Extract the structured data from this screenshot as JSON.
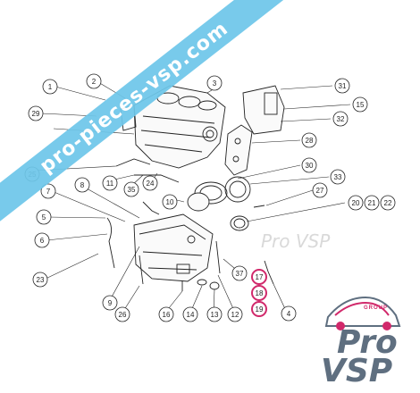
{
  "watermark": {
    "banner_text": "pro-pieces-vsp.com",
    "mid_text": "Pro VSP"
  },
  "logo": {
    "group_text": "GROUP",
    "pro_text": "Pro",
    "vsp_text": "VSP"
  },
  "colors": {
    "banner": "#6ec7ea",
    "highlight": "#d1296b",
    "line": "#222222",
    "logo_text": "#5f6f80"
  },
  "callouts": [
    {
      "label": "1",
      "highlight": false
    },
    {
      "label": "2",
      "highlight": false
    },
    {
      "label": "3",
      "highlight": false
    },
    {
      "label": "4",
      "highlight": false
    },
    {
      "label": "5",
      "highlight": false
    },
    {
      "label": "6",
      "highlight": false
    },
    {
      "label": "7",
      "highlight": false
    },
    {
      "label": "8",
      "highlight": false
    },
    {
      "label": "9",
      "highlight": false
    },
    {
      "label": "10",
      "highlight": false
    },
    {
      "label": "11",
      "highlight": false
    },
    {
      "label": "12",
      "highlight": false
    },
    {
      "label": "13",
      "highlight": false
    },
    {
      "label": "14",
      "highlight": false
    },
    {
      "label": "15",
      "highlight": false
    },
    {
      "label": "16",
      "highlight": false
    },
    {
      "label": "17",
      "highlight": true
    },
    {
      "label": "18",
      "highlight": true
    },
    {
      "label": "19",
      "highlight": true
    },
    {
      "label": "20",
      "highlight": false
    },
    {
      "label": "21",
      "highlight": false
    },
    {
      "label": "22",
      "highlight": false
    },
    {
      "label": "23",
      "highlight": false
    },
    {
      "label": "24",
      "highlight": false
    },
    {
      "label": "25",
      "highlight": false
    },
    {
      "label": "26",
      "highlight": false
    },
    {
      "label": "27",
      "highlight": false
    },
    {
      "label": "28",
      "highlight": false
    },
    {
      "label": "29",
      "highlight": false
    },
    {
      "label": "30",
      "highlight": false
    },
    {
      "label": "31",
      "highlight": false
    },
    {
      "label": "32",
      "highlight": false
    },
    {
      "label": "33",
      "highlight": false
    },
    {
      "label": "35",
      "highlight": false
    },
    {
      "label": "37",
      "highlight": false
    }
  ]
}
